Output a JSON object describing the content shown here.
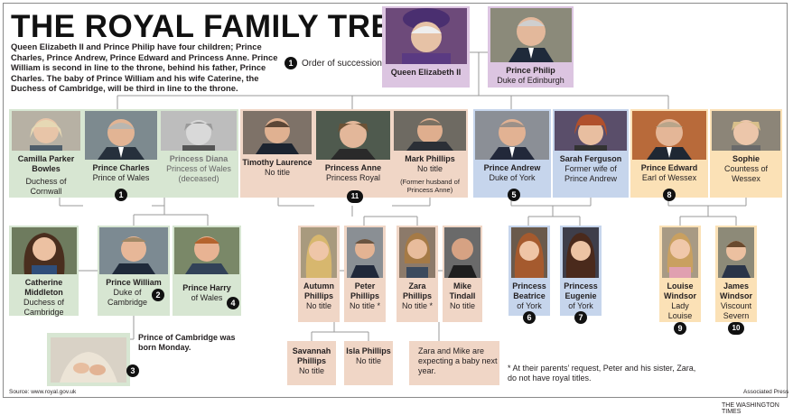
{
  "title": "THE ROYAL FAMILY TREE",
  "intro": "Queen Elizabeth II and Prince Philip have four children; Prince Charles, Prince Andrew, Prince Edward and Princess Anne. Prince William is second in line to the throne, behind his father, Prince Charles. The baby of Prince William and his wife Caterine, the Duchess of Cambridge, will be third in line to the throne.",
  "legend": {
    "num": "1",
    "label": "Order of succession"
  },
  "colors": {
    "queen": "#dcc5e1",
    "charles_branch": "#d7e6d2",
    "anne_branch": "#f0d6c6",
    "andrew_branch": "#c6d5ec",
    "edward_branch": "#fbe1b6"
  },
  "people": {
    "queen": {
      "name": "Queen Elizabeth II"
    },
    "philip": {
      "name": "Prince Philip",
      "title": "Duke of Edinburgh"
    },
    "camilla": {
      "name": "Camilla Parker Bowles",
      "title": "Duchess of Cornwall"
    },
    "charles": {
      "name": "Prince Charles",
      "title": "Prince of Wales",
      "num": "1"
    },
    "diana": {
      "name": "Princess Diana",
      "title": "Princess of Wales (deceased)"
    },
    "timothy": {
      "name": "Timothy Laurence",
      "title": "No title"
    },
    "anne": {
      "name": "Princess Anne",
      "title": "Princess Royal",
      "num": "11"
    },
    "mark": {
      "name": "Mark Phillips",
      "title": "No title",
      "note": "(Former husband of Princess Anne)"
    },
    "andrew": {
      "name": "Prince Andrew",
      "title": "Duke of York",
      "num": "5"
    },
    "sarah": {
      "name": "Sarah Ferguson",
      "title": "Former wife of Prince Andrew"
    },
    "edward": {
      "name": "Prince Edward",
      "title": "Earl of Wessex",
      "num": "8"
    },
    "sophie": {
      "name": "Sophie",
      "title": "Countess of Wessex"
    },
    "catherine": {
      "name": "Catherine Middleton",
      "title": "Duchess of Cambridge"
    },
    "william": {
      "name": "Prince William",
      "title": "Duke of Cambridge",
      "num": "2"
    },
    "harry": {
      "name": "Prince Harry",
      "title": "of Wales",
      "num": "4"
    },
    "autumn": {
      "name": "Autumn Phillips",
      "title": "No title"
    },
    "peter": {
      "name": "Peter Phillips",
      "title": "No title *"
    },
    "zara": {
      "name": "Zara Phillips",
      "title": "No title *"
    },
    "mike": {
      "name": "Mike Tindall",
      "title": "No title"
    },
    "beatrice": {
      "name": "Princess Beatrice",
      "title": "of York",
      "num": "6"
    },
    "eugenie": {
      "name": "Princess Eugenie",
      "title": "of York",
      "num": "7"
    },
    "louise": {
      "name": "Louise Windsor",
      "title": "Lady Louise",
      "num": "9"
    },
    "james": {
      "name": "James Windsor",
      "title": "Viscount Severn",
      "num": "10"
    },
    "savannah": {
      "name": "Savannah Phillips",
      "title": "No title"
    },
    "isla": {
      "name": "Isla Phillips",
      "title": "No title"
    },
    "baby": {
      "num": "3",
      "caption": "Prince of Cambridge was born Monday."
    }
  },
  "notes": {
    "zara_mike": "Zara and Mike are expecting a baby next year.",
    "asterisk": "* At their parents’ request, Peter and his sister, Zara, do not have royal titles."
  },
  "footer": {
    "source": "Source: www.royal.gov.uk",
    "credit": "Associated Press",
    "publisher": "THE WASHINGTON TIMES"
  }
}
